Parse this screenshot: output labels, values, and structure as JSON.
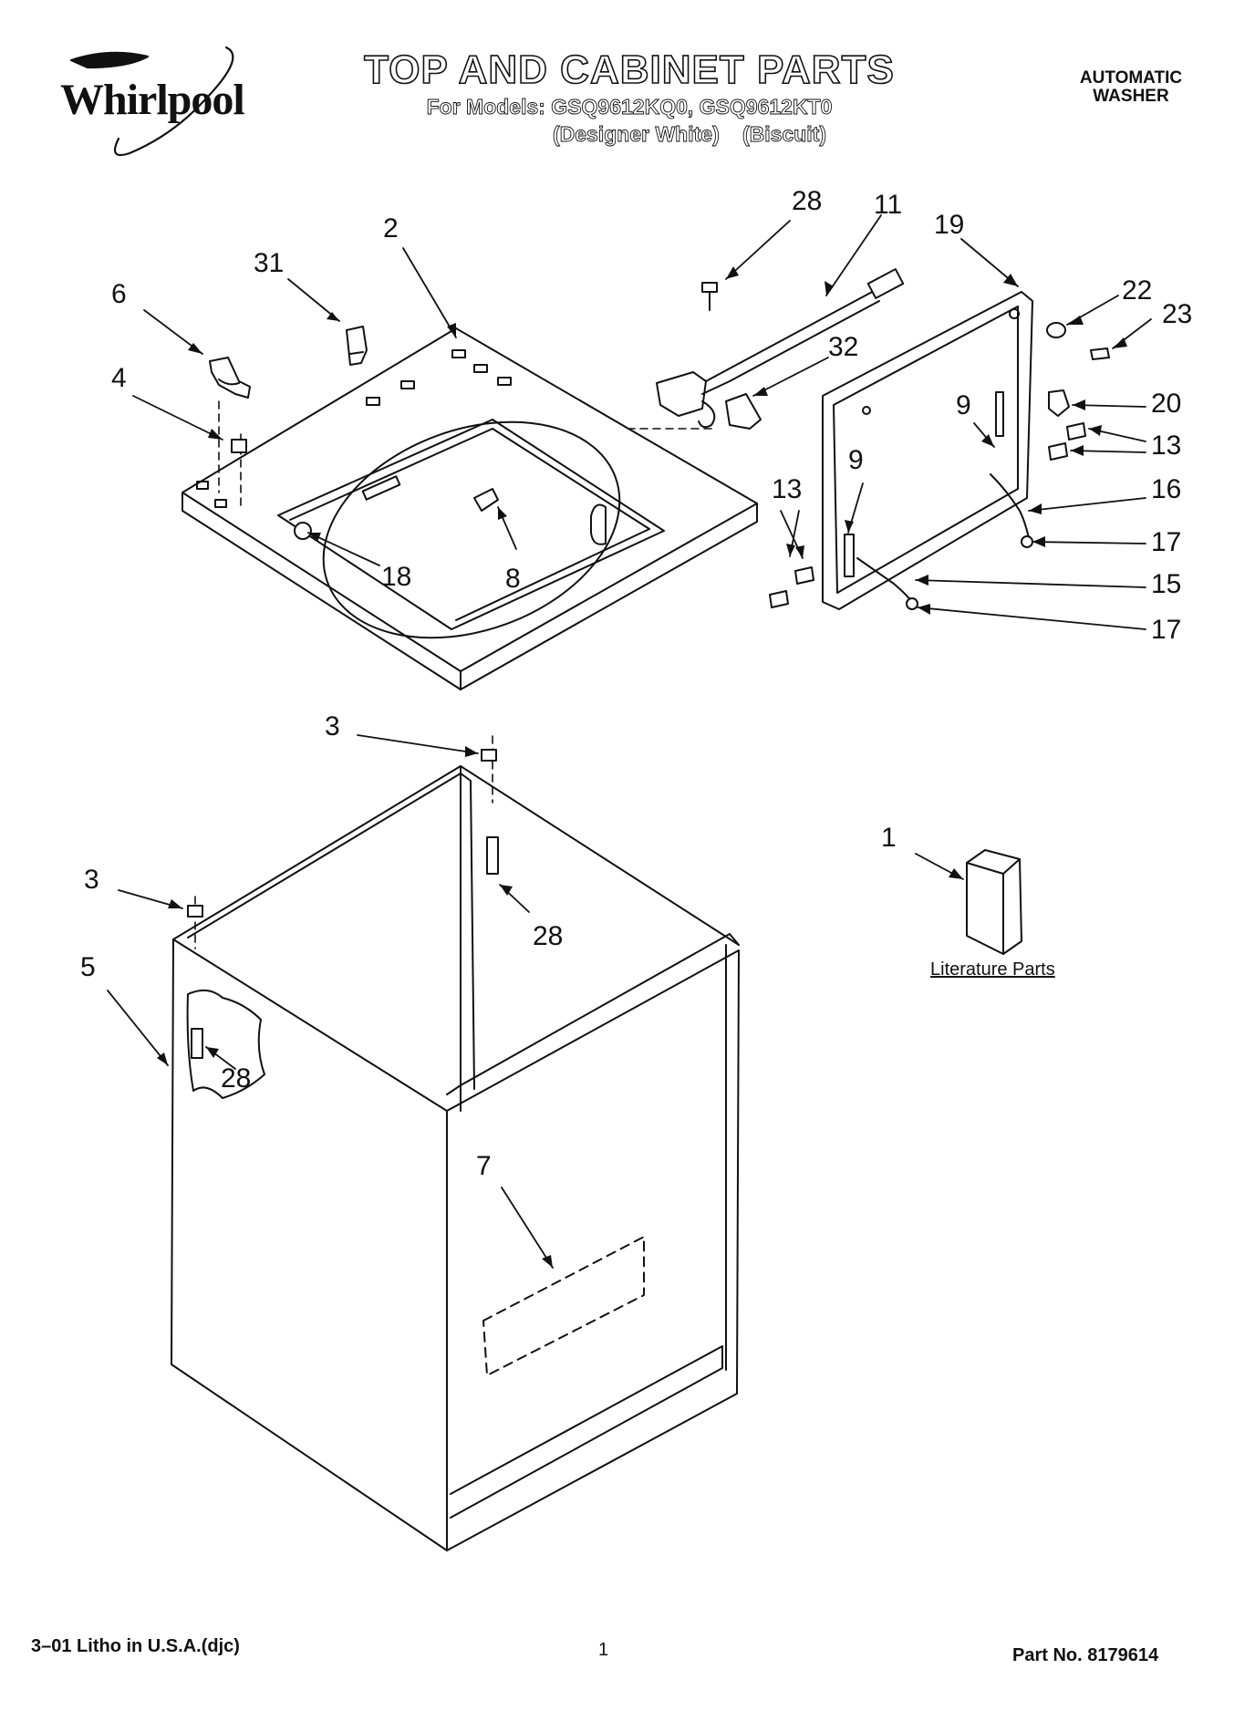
{
  "header": {
    "brand": "Whirlpool",
    "title": "TOP AND CABINET PARTS",
    "models_line": "For Models: GSQ9612KQ0, GSQ9612KT0",
    "variant_1": "(Designer White)",
    "variant_2": "(Biscuit)",
    "product_line_1": "AUTOMATIC",
    "product_line_2": "WASHER"
  },
  "callouts": [
    "28",
    "11",
    "19",
    "2",
    "31",
    "6",
    "22",
    "23",
    "4",
    "32",
    "20",
    "9",
    "13",
    "16",
    "13",
    "9",
    "17",
    "18",
    "8",
    "15",
    "17",
    "3",
    "1",
    "3",
    "28",
    "5",
    "28",
    "7"
  ],
  "literature_label": "Literature Parts",
  "footer": {
    "litho": "3–01 Litho in U.S.A.(djc)",
    "page_number": "1",
    "part_number": "Part No. 8179614"
  }
}
